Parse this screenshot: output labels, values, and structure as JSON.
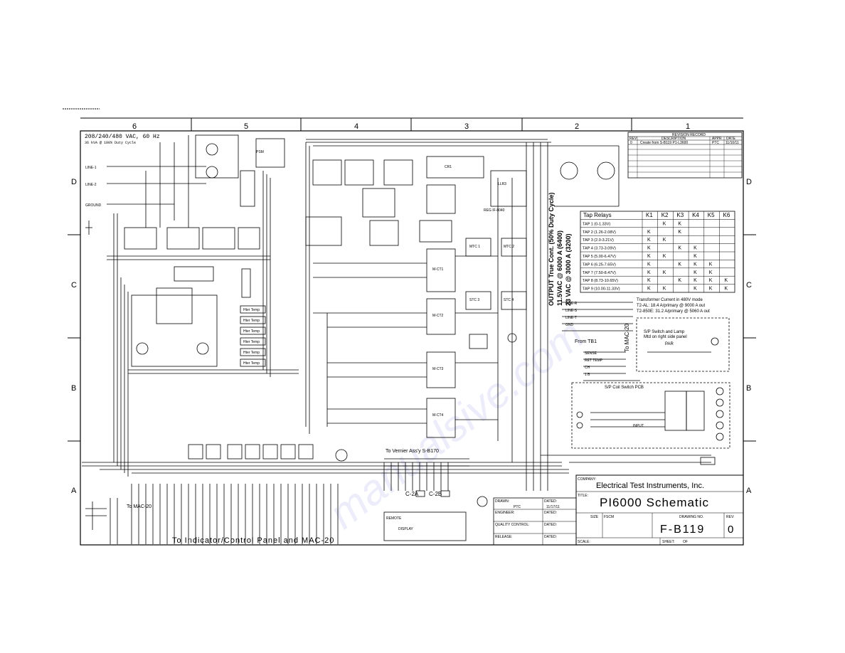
{
  "header": {
    "supply": "208/240/480 VAC, 60 Hz",
    "rating": "36 kVA @ 100% Duty Cycle"
  },
  "zones": {
    "columns": [
      "6",
      "5",
      "4",
      "3",
      "2",
      "1"
    ],
    "rows": [
      "D",
      "C",
      "B",
      "A"
    ]
  },
  "tap_relays": {
    "title": "Tap Relays",
    "relays": [
      "K1",
      "K2",
      "K3",
      "K4",
      "K5",
      "K6"
    ],
    "rows": [
      {
        "tap": "TAP 1 (0-1.33V)",
        "marks": [
          "",
          "K",
          "K",
          "",
          "",
          ""
        ]
      },
      {
        "tap": "TAP 2 (1.26-2.08V)",
        "marks": [
          "K",
          "",
          "K",
          "",
          "",
          ""
        ]
      },
      {
        "tap": "TAP 3 (2.0-3.21V)",
        "marks": [
          "K",
          "K",
          "",
          "",
          "",
          ""
        ]
      },
      {
        "tap": "TAP 4 (3.73-3.09V)",
        "marks": [
          "K",
          "",
          "K",
          "K",
          "",
          ""
        ]
      },
      {
        "tap": "TAP 5 (5.00-6.47V)",
        "marks": [
          "K",
          "K",
          "",
          "K",
          "",
          ""
        ]
      },
      {
        "tap": "TAP 6 (6.25-7.65V)",
        "marks": [
          "K",
          "",
          "K",
          "K",
          "K",
          ""
        ]
      },
      {
        "tap": "TAP 7 (7.50-8.47V)",
        "marks": [
          "K",
          "K",
          "",
          "K",
          "K",
          ""
        ]
      },
      {
        "tap": "TAP 8 (8.73-10.65V)",
        "marks": [
          "K",
          "",
          "K",
          "K",
          "K",
          "K"
        ]
      },
      {
        "tap": "TAP 9 (10.00-11.33V)",
        "marks": [
          "K",
          "K",
          "",
          "K",
          "K",
          "K"
        ]
      }
    ]
  },
  "output_note": {
    "line1": "OUTPUT True Cont. (50% Duty Cycle)",
    "line2": "11.5VAC @ 6000 A (6400)",
    "line3": "23 VAC @ 3000 A (3200)"
  },
  "transformer_note": {
    "line1": "Transformer Current in 480V mode",
    "line2": "T2-AL: 18.4 A/primary @ 9000 A out",
    "line3": "T2-850E: 31.2 A/primary @ 5060 A out"
  },
  "labels": {
    "to_mac20": "To MAC-20",
    "from_tb1": "From TB1",
    "sp_switch_lamp": "S/P Switch and Lamp",
    "mtd_right": "Mtd on right side panel",
    "par": "PAR",
    "sp_coil_switch": "S/P Coil Switch PCB",
    "to_vernier": "To Vernier Ass'y S-B170",
    "to_mac20_left": "To MAC-20",
    "bottom_caption": "To Indicator/Control Panel and MAC-20",
    "c2a": "C-2A",
    "c2b": "C-2B"
  },
  "title_block": {
    "company": "Electrical Test Instruments, Inc.",
    "title": "PI6000 Schematic",
    "drawing_no": "F-B119",
    "rev": "0",
    "drawn_by": "PTC",
    "date": "11/17/11",
    "field_labels": {
      "company": "COMPANY:",
      "title": "TITLE:",
      "size": "SIZE",
      "fscm": "FSCM",
      "dwg": "DRAWING NO.",
      "rev": "REV:",
      "scale": "SCALE:",
      "sheet": "SHEET:",
      "sheet_val": "OF",
      "drawn": "DRAWN:",
      "engineer": "ENGINEER:",
      "quality": "QUALITY CONTROL:",
      "release": "RELEASE:",
      "dated": "DATED:"
    }
  },
  "revision_block": {
    "title": "REVISION RECORD",
    "headers": [
      "REV",
      "DESCRIPTION",
      "APPR",
      "DATE"
    ],
    "row": [
      "0",
      "Create from S-B119 P1-L3600",
      "PTC",
      "11/10/11"
    ]
  },
  "watermark": "manualsive.com",
  "colors": {
    "ink": "#000000",
    "paper": "#ffffff",
    "watermark": "#c8c8f0"
  }
}
